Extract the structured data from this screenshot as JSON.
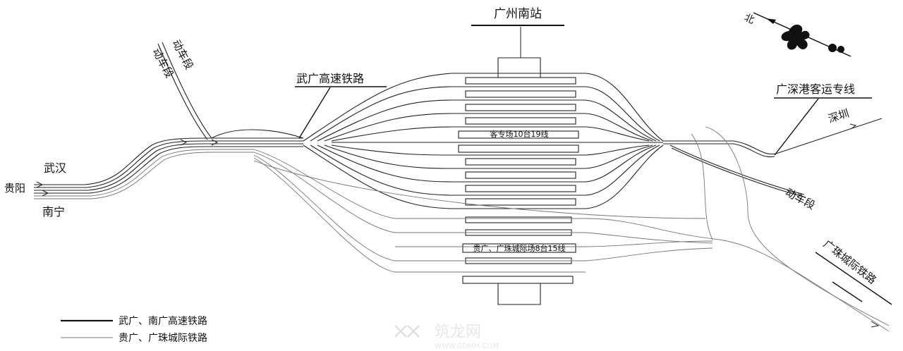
{
  "station": {
    "name": "广州南站"
  },
  "labels": {
    "wuhan": "武汉",
    "guiyang": "贵阳",
    "nanning": "南宁",
    "depot_1": "动车段",
    "depot_2": "动车段",
    "depot_3": "动车段",
    "wuguang_hsr": "武广高速铁路",
    "gsh_line": "广深港客运专线",
    "shenzhen": "深圳",
    "gz_intercity": "广珠城际铁路",
    "yard_upper": "客专场10台19线",
    "yard_lower": "贵广、广珠城际场8台15线"
  },
  "legend": [
    {
      "text": "武广、南广高速铁路",
      "style": "thick"
    },
    {
      "text": "贵广、广珠城际铁路",
      "style": "thin"
    }
  ],
  "watermark": {
    "logo_text": "筑龙网",
    "url": "WWW.GDMM.COM"
  },
  "icons": {
    "compass": "north-arrow-icon"
  }
}
